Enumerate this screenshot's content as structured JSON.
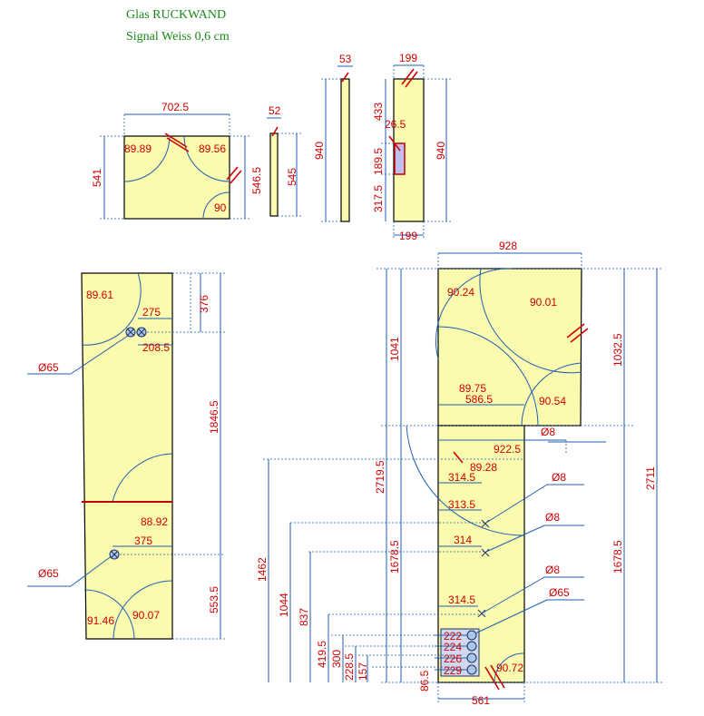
{
  "header": {
    "title": "Glas  RUCKWAND",
    "subtitle": "Signal Weiss 0,6 cm"
  },
  "colors": {
    "panel": "#fbfbb0",
    "dimension_line": "#1f5fb0",
    "text": "#d00000",
    "header": "#1a8a1a"
  },
  "icons": [
    "cut-marker-icon",
    "hole-icon",
    "socket-cutout-icon"
  ],
  "labels": {
    "p1": {
      "w": "702.5",
      "h_left": "541",
      "h_right": "546.5",
      "a1": "89.89",
      "a2": "89.56",
      "a3": "90"
    },
    "p2": {
      "w": "52",
      "h": "545"
    },
    "p3": {
      "w": "53",
      "h": "940"
    },
    "p4": {
      "w_top": "199",
      "w_bot": "199",
      "h": "940",
      "d433": "433",
      "d26": "26.5",
      "d189": "189.5",
      "d317": "317.5"
    },
    "left": {
      "a1": "89.61",
      "d376": "376",
      "d275": "275",
      "d208": "208.5",
      "d1846": "1846.5",
      "hole1": "Ø65",
      "a2": "88.92",
      "d375": "375",
      "hole2": "Ø65",
      "d553": "553.5",
      "a3": "91.46",
      "a4": "90.07"
    },
    "right": {
      "w928": "928",
      "a1": "90.24",
      "a2": "90.01",
      "a3": "89.75",
      "d586": "586.5",
      "a4": "90.54",
      "d1041": "1041",
      "d1032": "1032.5",
      "d2711": "2711",
      "d2719": "2719.5",
      "d1678a": "1678.5",
      "d1678b": "1678.5",
      "o8a": "Ø8",
      "d922": "922.5",
      "a5": "89.28",
      "d314a": "314.5",
      "o8b": "Ø8",
      "d313": "313.5",
      "o8c": "Ø8",
      "d314b": "314",
      "o8d": "Ø8",
      "d314c": "314.5",
      "o65": "Ø65",
      "d1462": "1462",
      "d1044": "1044",
      "d837": "837",
      "d419": "419.5",
      "d300": "300",
      "d228": "228.5",
      "d157": "157",
      "d86": "86.5",
      "s222": "222",
      "s224": "224",
      "s226": "226",
      "s229": "229",
      "a6": "90.72",
      "w561": "561"
    }
  }
}
